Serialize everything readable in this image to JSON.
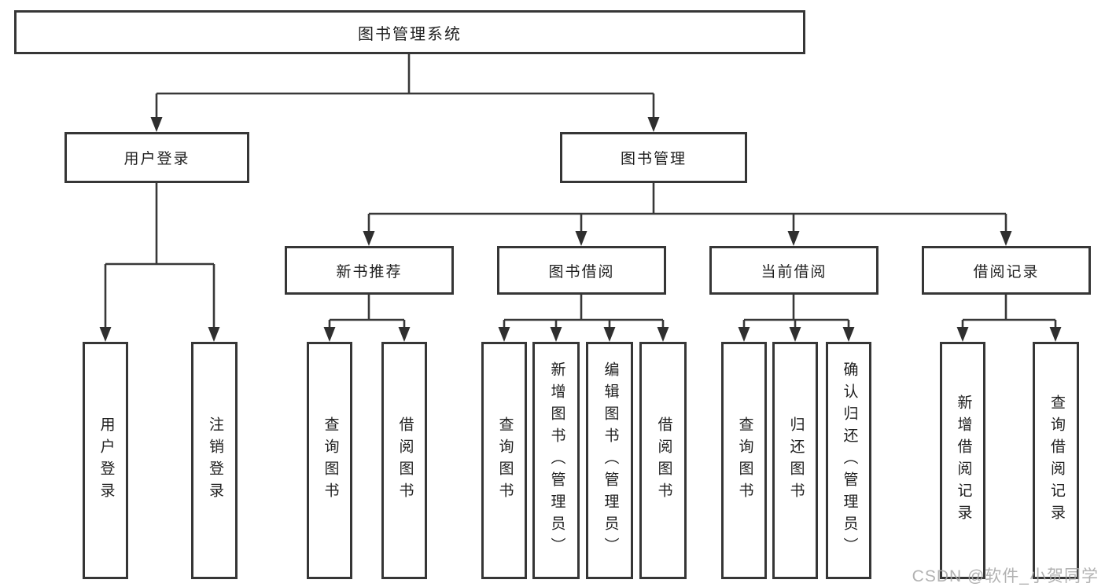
{
  "diagram": {
    "title_node": "图书管理系统",
    "branches": {
      "user_login": "用户登录",
      "book_management": "图书管理"
    },
    "sections": {
      "new_book_recommend": "新书推荐",
      "book_borrow": "图书借阅",
      "current_borrow": "当前借阅",
      "borrow_record": "借阅记录"
    },
    "leaves": {
      "user_login": "用户登录",
      "logout": "注销登录",
      "recommend_query_book": "查询图书",
      "recommend_borrow_book": "借阅图书",
      "borrow_query_book": "查询图书",
      "borrow_add_book": "新增图书（管理员）",
      "borrow_edit_book": "编辑图书（管理员）",
      "borrow_borrow_book": "借阅图书",
      "current_query_book": "查询图书",
      "current_return_book": "归还图书",
      "current_confirm_return": "确认归还（管理员）",
      "record_add": "新增借阅记录",
      "record_query": "查询借阅记录"
    },
    "colors": {
      "line": "#383838",
      "border": "#363636",
      "text": "#1f1f1f"
    }
  },
  "watermark": "CSDN @软件_小贺同学"
}
